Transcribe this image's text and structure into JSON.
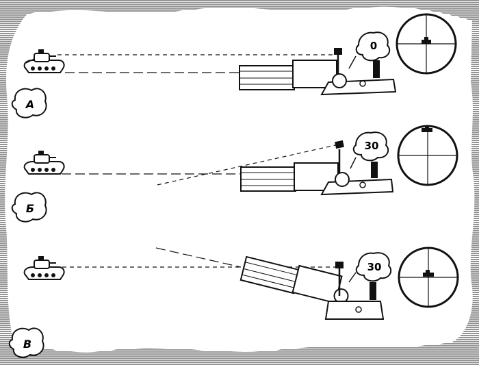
{
  "panels": [
    {
      "letter": "А",
      "dial": "0"
    },
    {
      "letter": "Б",
      "dial": "30"
    },
    {
      "letter": "В",
      "dial": "30"
    }
  ]
}
